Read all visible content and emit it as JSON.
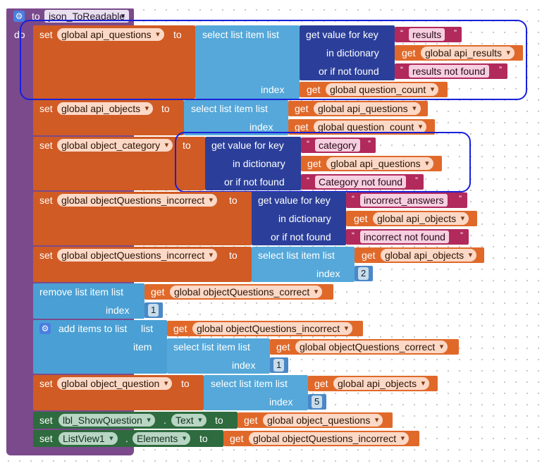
{
  "procedure": {
    "to": "to",
    "name": "json_ToReadable",
    "do": "do"
  },
  "kw": {
    "set": "set",
    "to": "to",
    "get": "get",
    "index": "index",
    "select_list_item": "select list item  list",
    "get_value_for_key": "get value for key",
    "in_dictionary": "in dictionary",
    "or_if_not_found": "or if not found",
    "remove_list_item": "remove list item  list",
    "add_items_to_list": "add items to list",
    "list": "list",
    "item": "item",
    "dot": "."
  },
  "vars": {
    "api_questions": "global api_questions",
    "api_results": "global api_results",
    "question_count": "global question_count",
    "api_objects": "global api_objects",
    "object_category": "global object_category",
    "objQ_incorrect": "global objectQuestions_incorrect",
    "objQ_correct": "global objectQuestions_correct",
    "object_question": "global object_question",
    "object_questions": "global object_questions"
  },
  "strings": {
    "results": "results",
    "results_not_found": "results not found",
    "category": "category",
    "category_not_found": "Category not found",
    "incorrect_answers": "incorrect_answers",
    "incorrect_not_found": "incorrect not found"
  },
  "numbers": {
    "n2": "2",
    "n1a": "1",
    "n1b": "1",
    "n5": "5"
  },
  "components": {
    "lbl": "lbl_ShowQuestion",
    "lbl_prop": "Text",
    "lv": "ListView1",
    "lv_prop": "Elements"
  },
  "colors": {
    "procedure": "#7b4a8c",
    "variables": "#d05b24",
    "lists": "#55a8d9",
    "dictionaries": "#2b3f9a",
    "text": "#b2295c",
    "math": "#4a88c7",
    "components": "#2e6b3e",
    "highlight": "#1721d9"
  }
}
